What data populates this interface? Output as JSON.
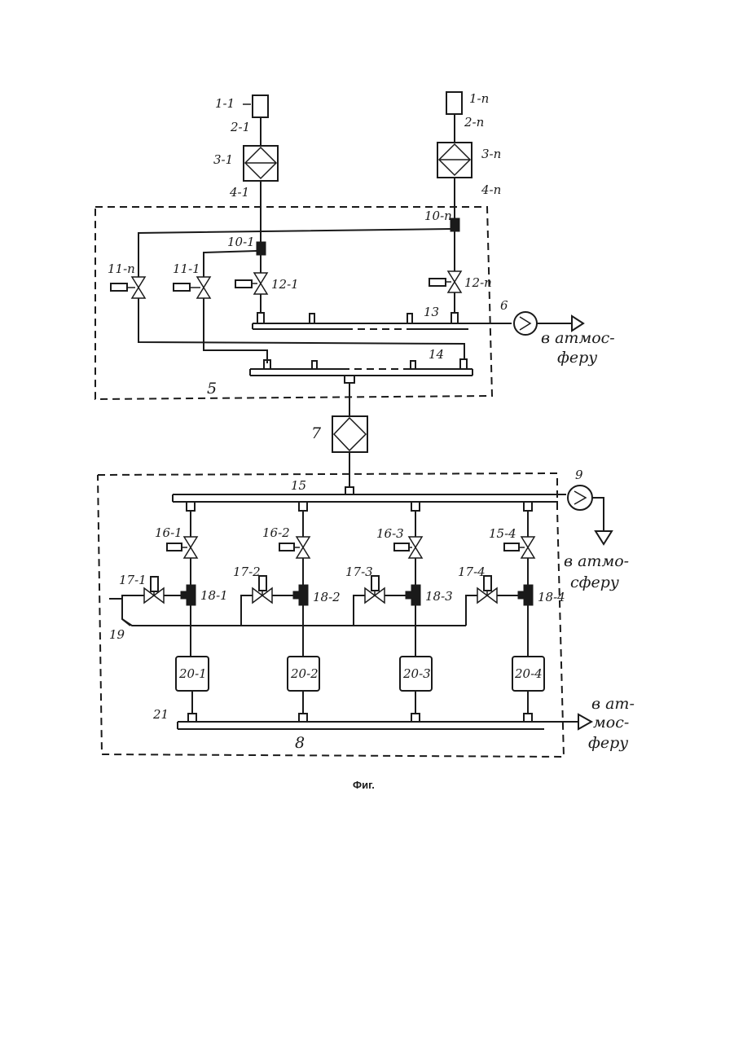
{
  "figure": {
    "caption": "Фиг."
  },
  "labels": {
    "l1_1": "1-1",
    "l1_n": "1-п",
    "l2_1": "2-1",
    "l2_n": "2-п",
    "l3_1": "3-1",
    "l3_n": "3-п",
    "l4_1": "4-1",
    "l4_n": "4-п",
    "l10_1": "10-1",
    "l10_n": "10-п",
    "l11_n": "11-п",
    "l11_1": "11-1",
    "l12_1": "12-1",
    "l12_n": "12-п",
    "l13": "13",
    "l14": "14",
    "l5": "5",
    "l6": "6",
    "l7": "7",
    "l9": "9",
    "l15": "15",
    "l16_1": "16-1",
    "l16_2": "16-2",
    "l16_3": "16-3",
    "l16_4": "15-4",
    "l17_1": "17-1",
    "l17_2": "17-2",
    "l17_3": "17-3",
    "l17_4": "17-4",
    "l18_1": "18-1",
    "l18_2": "18-2",
    "l18_3": "18-3",
    "l18_4": "18-4",
    "l19": "19",
    "l20_1": "20-1",
    "l20_2": "20-2",
    "l20_3": "20-3",
    "l20_4": "20-4",
    "l21": "21",
    "l8": "8"
  },
  "notes": {
    "atm_top": [
      "в атмос-",
      "феру"
    ],
    "atm_mid": [
      "в атмо-",
      "сферу"
    ],
    "atm_bottom": [
      "в ат-",
      "мос-",
      "феру"
    ]
  }
}
